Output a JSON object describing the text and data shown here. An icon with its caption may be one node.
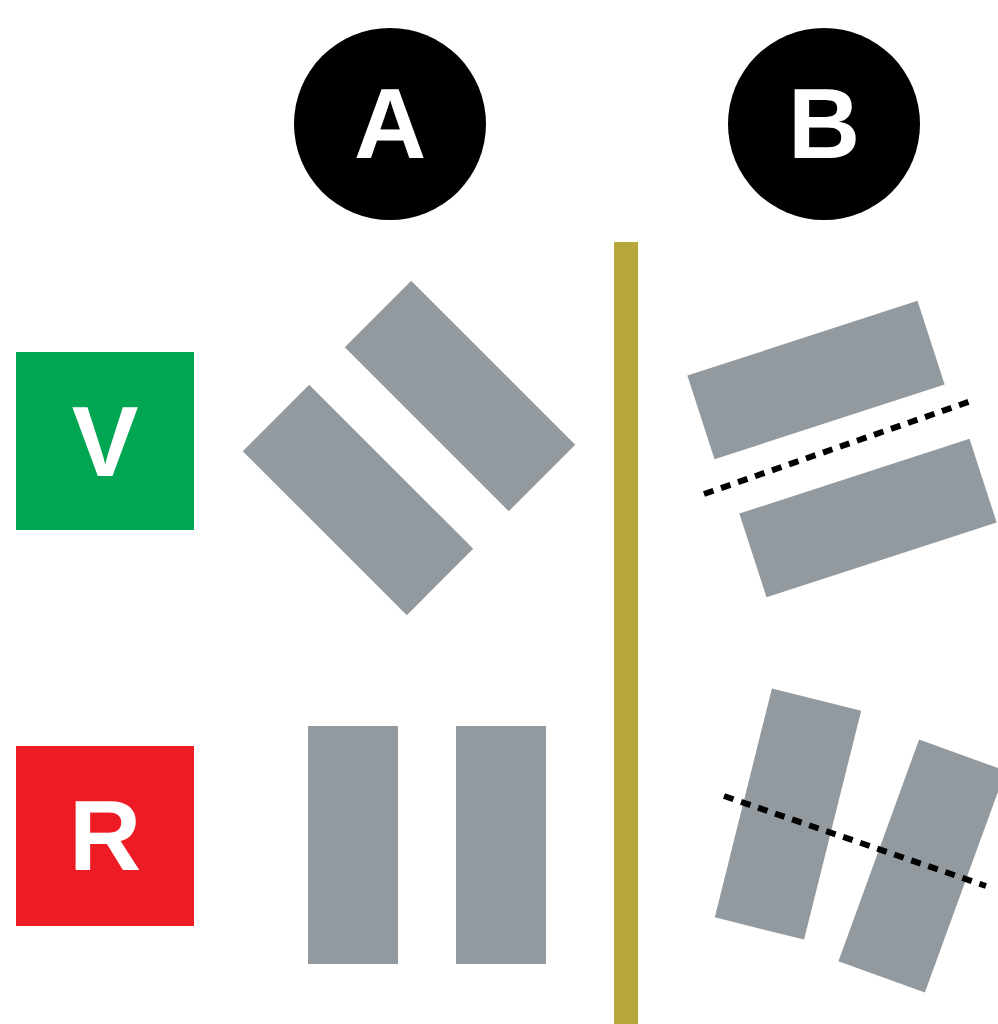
{
  "diagram": {
    "nodes": [
      {
        "text": [
          "A"
        ]
      },
      {
        "text": [
          "B"
        ]
      },
      {
        "text": [
          "V"
        ]
      },
      {
        "text": [
          "R"
        ]
      }
    ]
  }
}
